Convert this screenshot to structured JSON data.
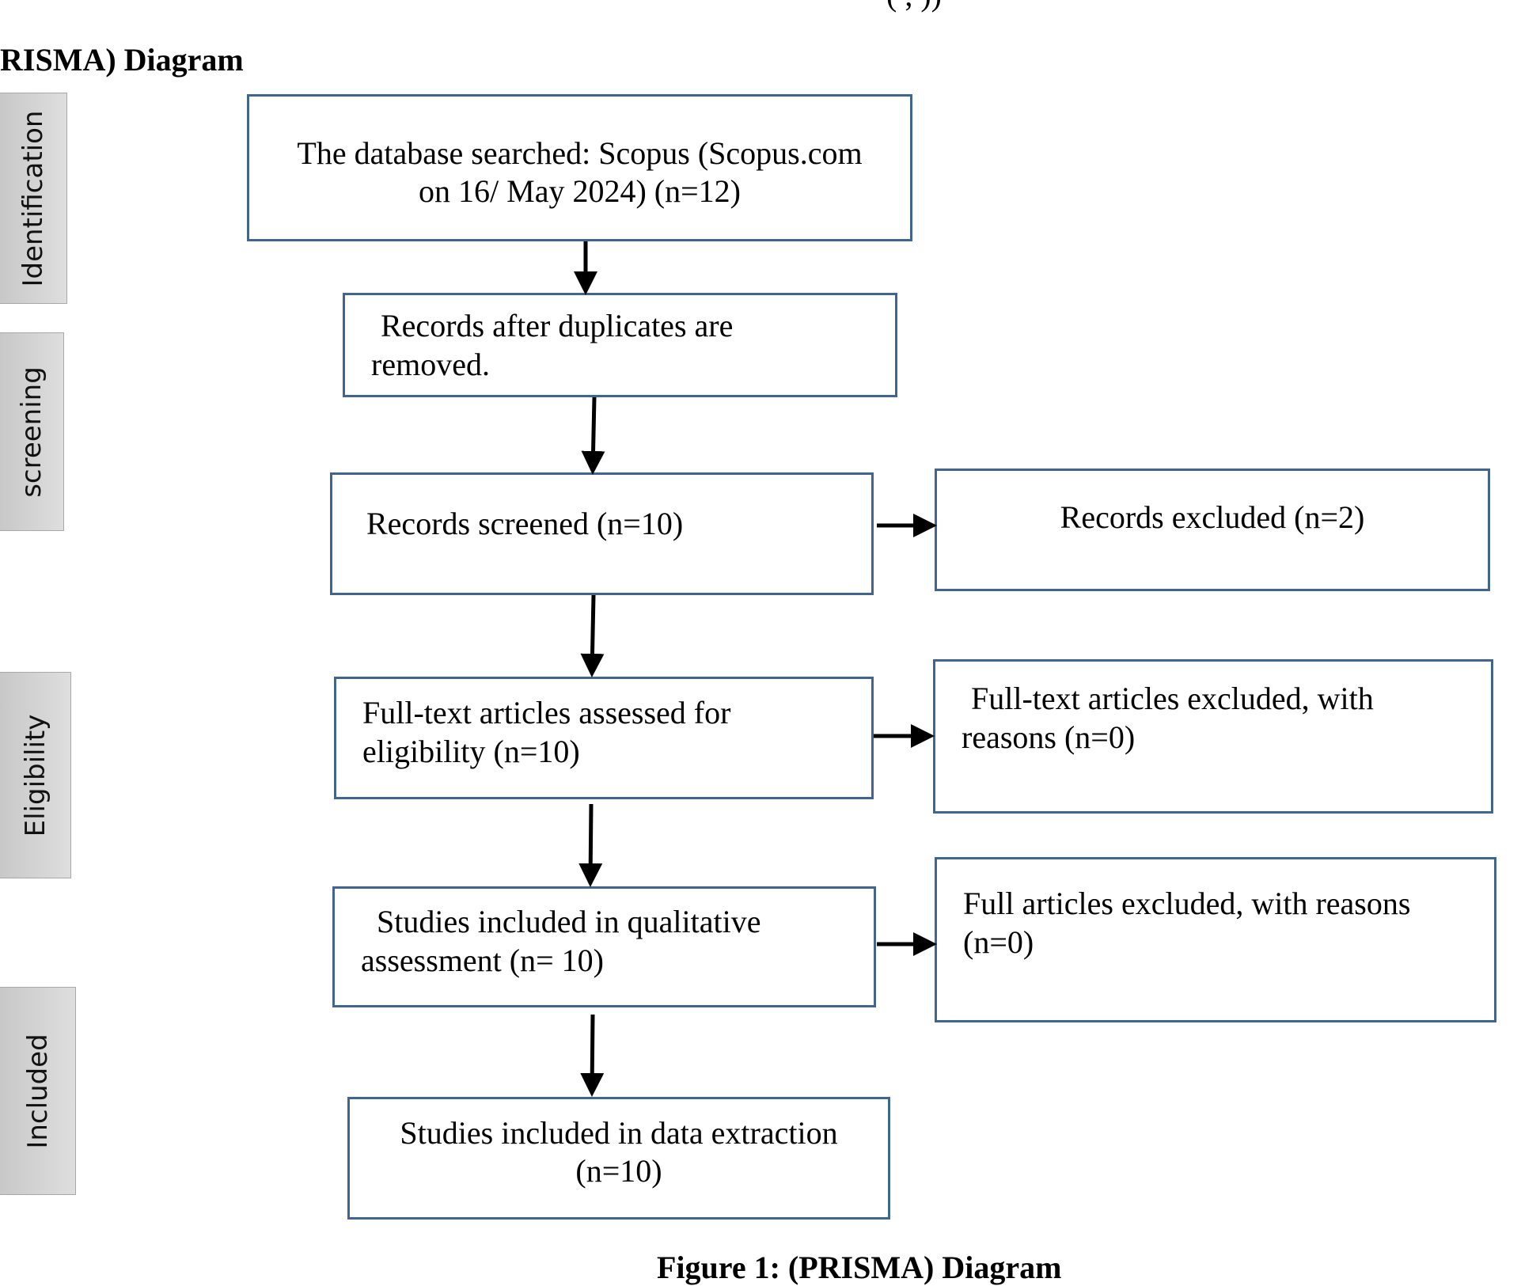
{
  "top_clip_text": "(                    ,              ))",
  "heading": "RISMA) Diagram",
  "phases": {
    "identification": "Identification",
    "screening": "screening",
    "eligibility": "Eligibility",
    "included": "Included"
  },
  "boxes": {
    "database_line1": "The database searched: Scopus (Scopus.com",
    "database_line2": "on 16/ May 2024) (n=12)",
    "duplicates_line1": "Records after duplicates are",
    "duplicates_line2": "removed.",
    "screened": "Records screened (n=10)",
    "records_excluded": "Records excluded (n=2)",
    "fulltext_line1": "Full-text articles assessed for",
    "fulltext_line2": "eligibility (n=10)",
    "fulltext_excluded_line1": "Full-text articles excluded, with",
    "fulltext_excluded_line2": "reasons (n=0)",
    "qualitative_line1": "Studies included in qualitative",
    "qualitative_line2": "assessment (n= 10)",
    "full_excluded_line1": "Full articles excluded, with reasons",
    "full_excluded_line2": "(n=0)",
    "extraction_line1": "Studies included in data extraction",
    "extraction_line2": "(n=10)"
  },
  "caption": "Figure 1: (PRISMA) Diagram",
  "colors": {
    "box_border": "#41658f",
    "arrow": "#000000",
    "phase_fill": "#d4d4d4"
  }
}
